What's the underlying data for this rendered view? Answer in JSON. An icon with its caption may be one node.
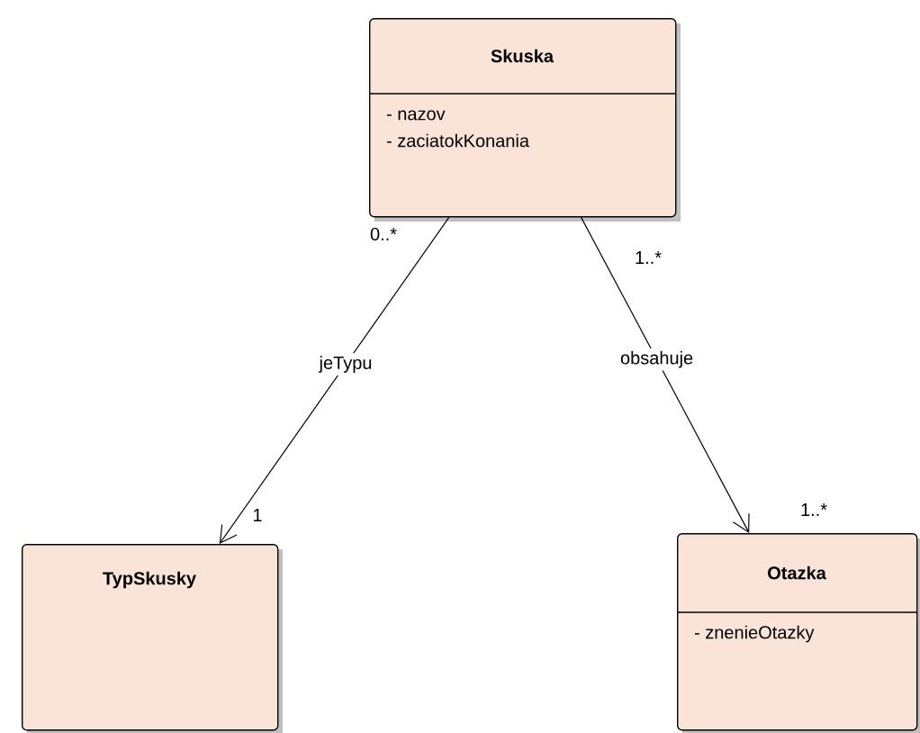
{
  "diagram": {
    "nodes": [
      {
        "text": [
          "Skuska",
          "- nazov",
          "- zaciatokKonania"
        ]
      },
      {
        "text": [
          "TypSkusky"
        ]
      },
      {
        "text": [
          "Otazka",
          "- znenieOtazky"
        ]
      }
    ],
    "edges": [
      {
        "from": 0,
        "to": 1,
        "arrow": "to",
        "label": "jeTypu"
      },
      {
        "from": 0,
        "to": 2,
        "arrow": "to",
        "label": "obsahuje"
      }
    ],
    "labels": [
      "0..*",
      "1..*",
      "1",
      "1..*"
    ]
  }
}
